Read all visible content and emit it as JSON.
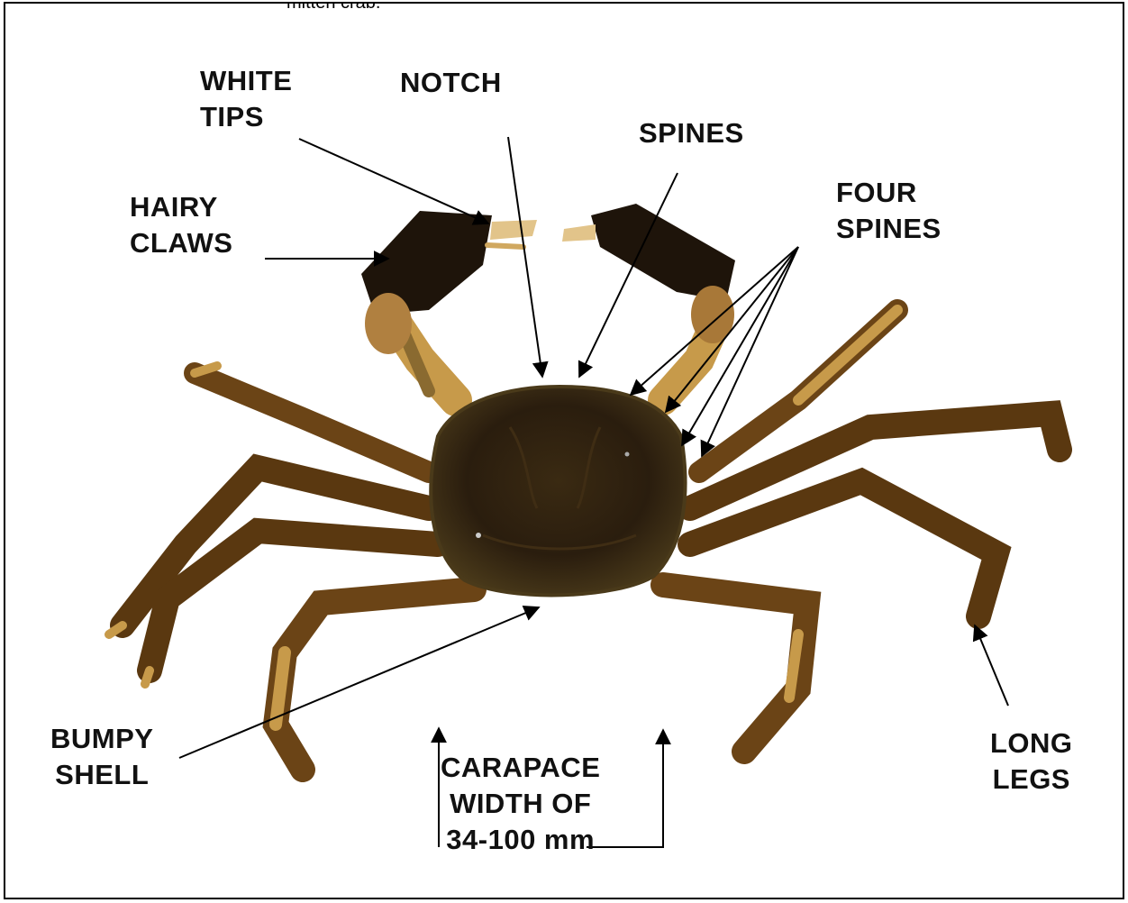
{
  "caption_fragment": "mitten crab.",
  "labels": {
    "white_tips": [
      "WHITE",
      "TIPS"
    ],
    "notch": [
      "NOTCH"
    ],
    "spines": [
      "SPINES"
    ],
    "four_spines": [
      "FOUR",
      "SPINES"
    ],
    "hairy_claws": [
      "HAIRY",
      "CLAWS"
    ],
    "bumpy_shell": [
      "BUMPY",
      "SHELL"
    ],
    "carapace_width": [
      "CARAPACE",
      "WIDTH OF",
      "34-100 mm"
    ],
    "long_legs": [
      "LONG",
      "LEGS"
    ]
  },
  "colors": {
    "shell_dark": "#2a1d0e",
    "shell_mid": "#4a3418",
    "leg_brown": "#6b4416",
    "leg_light": "#c79a4a",
    "claw_dark": "#1e140a",
    "arrow": "#000000"
  }
}
